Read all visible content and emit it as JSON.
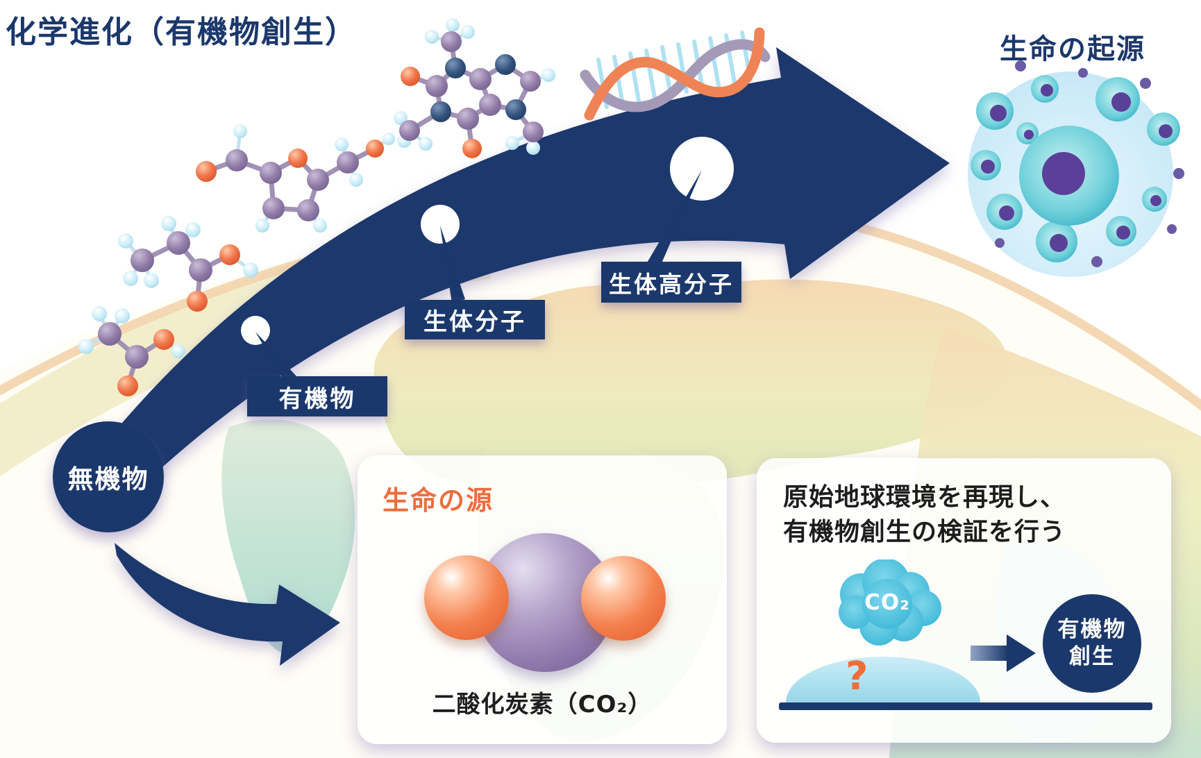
{
  "title": "化学進化（有機物創生）",
  "origin": {
    "label": "生命の起源"
  },
  "stages": [
    {
      "id": "inorganic",
      "label": "無機物"
    },
    {
      "id": "organic",
      "label": "有機物"
    },
    {
      "id": "biomolecule",
      "label": "生体分子"
    },
    {
      "id": "biomacromolecule",
      "label": "生体高分子"
    }
  ],
  "source_card": {
    "heading": "生命の源",
    "molecule_caption": "二酸化炭素（CO₂）"
  },
  "experiment_card": {
    "line1": "原始地球環境を再現し、",
    "line2": "有機物創生の検証を行う",
    "cloud_label": "CO₂",
    "question_mark": "?",
    "result_line1": "有機物",
    "result_line2": "創生"
  },
  "colors": {
    "navy": "#1b386c",
    "accent_orange": "#ed6d3d",
    "cell_teal": "#3fb9cf",
    "cloud_cyan": "#44bedd"
  }
}
